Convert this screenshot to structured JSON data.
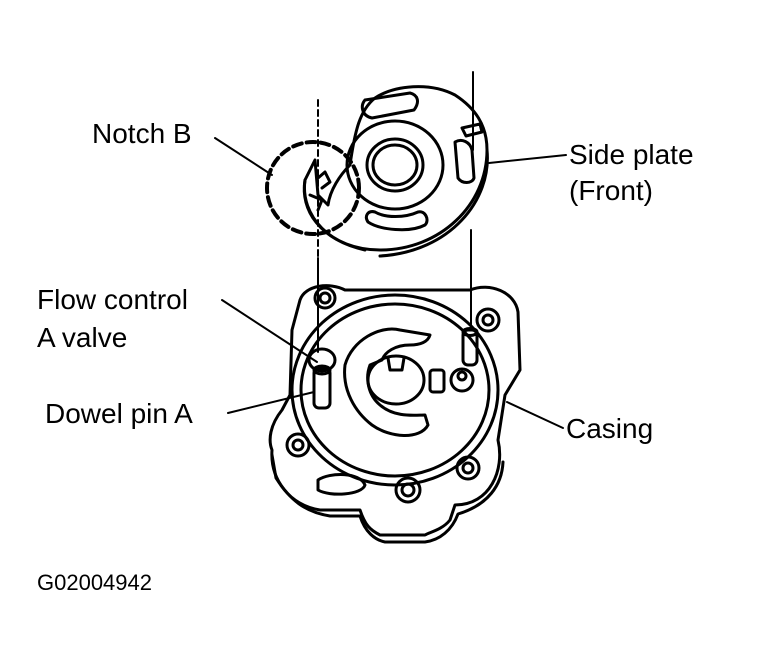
{
  "labels": {
    "notch_b": "Notch B",
    "side_plate_line1": "Side plate",
    "side_plate_line2": "(Front)",
    "flow_control_line1": "Flow control",
    "flow_control_line2": "A valve",
    "dowel_pin_a": "Dowel pin A",
    "casing": "Casing"
  },
  "figure_code": "G02004942",
  "colors": {
    "ink": "#000000",
    "paper": "#ffffff"
  }
}
